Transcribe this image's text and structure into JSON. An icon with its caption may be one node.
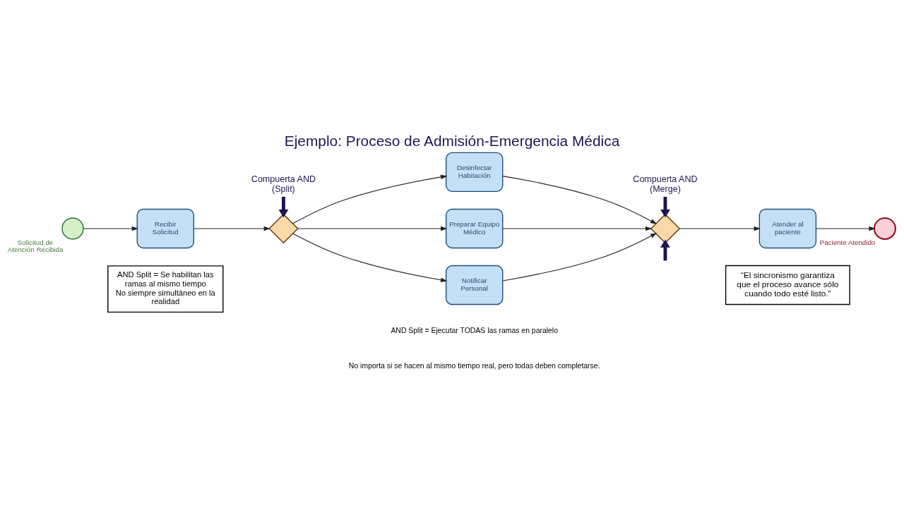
{
  "diagram": {
    "title": "Ejemplo: Proceso de Admisión-Emergencia Médica",
    "nodes": [
      {
        "text": [],
        "shape": "circle",
        "beside": [
          "Solicitud de Atención Recibida"
        ]
      },
      {
        "text": [
          "Recibir Solicitud"
        ]
      },
      {
        "text": [],
        "shape": "diamond"
      },
      {
        "text": [
          "Desinfectar Habitación"
        ]
      },
      {
        "text": [
          "Preparar Equipo Médico"
        ]
      },
      {
        "text": [
          "Notificar Personal"
        ]
      },
      {
        "text": [],
        "shape": "diamond"
      },
      {
        "text": [
          "Atender al paciente"
        ]
      },
      {
        "text": [],
        "shape": "circle",
        "beside": [
          "Paciente Atendido"
        ]
      },
      {
        "text": [
          "Compuerta AND (Split)"
        ]
      },
      {
        "text": [
          "Compuerta AND (Merge)"
        ]
      },
      {
        "text": [
          "AND Split = Se habilitan las ramas al mismo tiempo",
          "No siempre simultáneo en la realidad"
        ]
      },
      {
        "text": [
          "“El sincronismo garantiza que el proceso avance sólo cuando todo esté listo.”"
        ]
      }
    ],
    "edges": [
      {
        "from": 0,
        "to": 1,
        "arrow": "to"
      },
      {
        "from": 1,
        "to": 2,
        "arrow": "to"
      },
      {
        "from": 2,
        "to": 3,
        "arrow": "to"
      },
      {
        "from": 2,
        "to": 4,
        "arrow": "to"
      },
      {
        "from": 2,
        "to": 5,
        "arrow": "to"
      },
      {
        "from": 3,
        "to": 6,
        "arrow": "to"
      },
      {
        "from": 4,
        "to": 6,
        "arrow": "to"
      },
      {
        "from": 5,
        "to": 6,
        "arrow": "to"
      },
      {
        "from": 6,
        "to": 7,
        "arrow": "to"
      },
      {
        "from": 7,
        "to": 8,
        "arrow": "to"
      },
      {
        "from": 9,
        "to": 2,
        "arrow": "to",
        "style": "thick",
        "color": "#1e1450"
      },
      {
        "from": 10,
        "to": 6,
        "arrow": "to",
        "style": "thick",
        "color": "#1e1450"
      },
      {
        "from": null,
        "to": 6,
        "arrow": "to",
        "style": "thick",
        "color": "#1e1450"
      }
    ],
    "labels": [
      "AND Split = Ejecutar TODAS las ramas en paralelo",
      "No importa si se hacen al mismo tiempo real, pero todas deben completarse."
    ]
  }
}
